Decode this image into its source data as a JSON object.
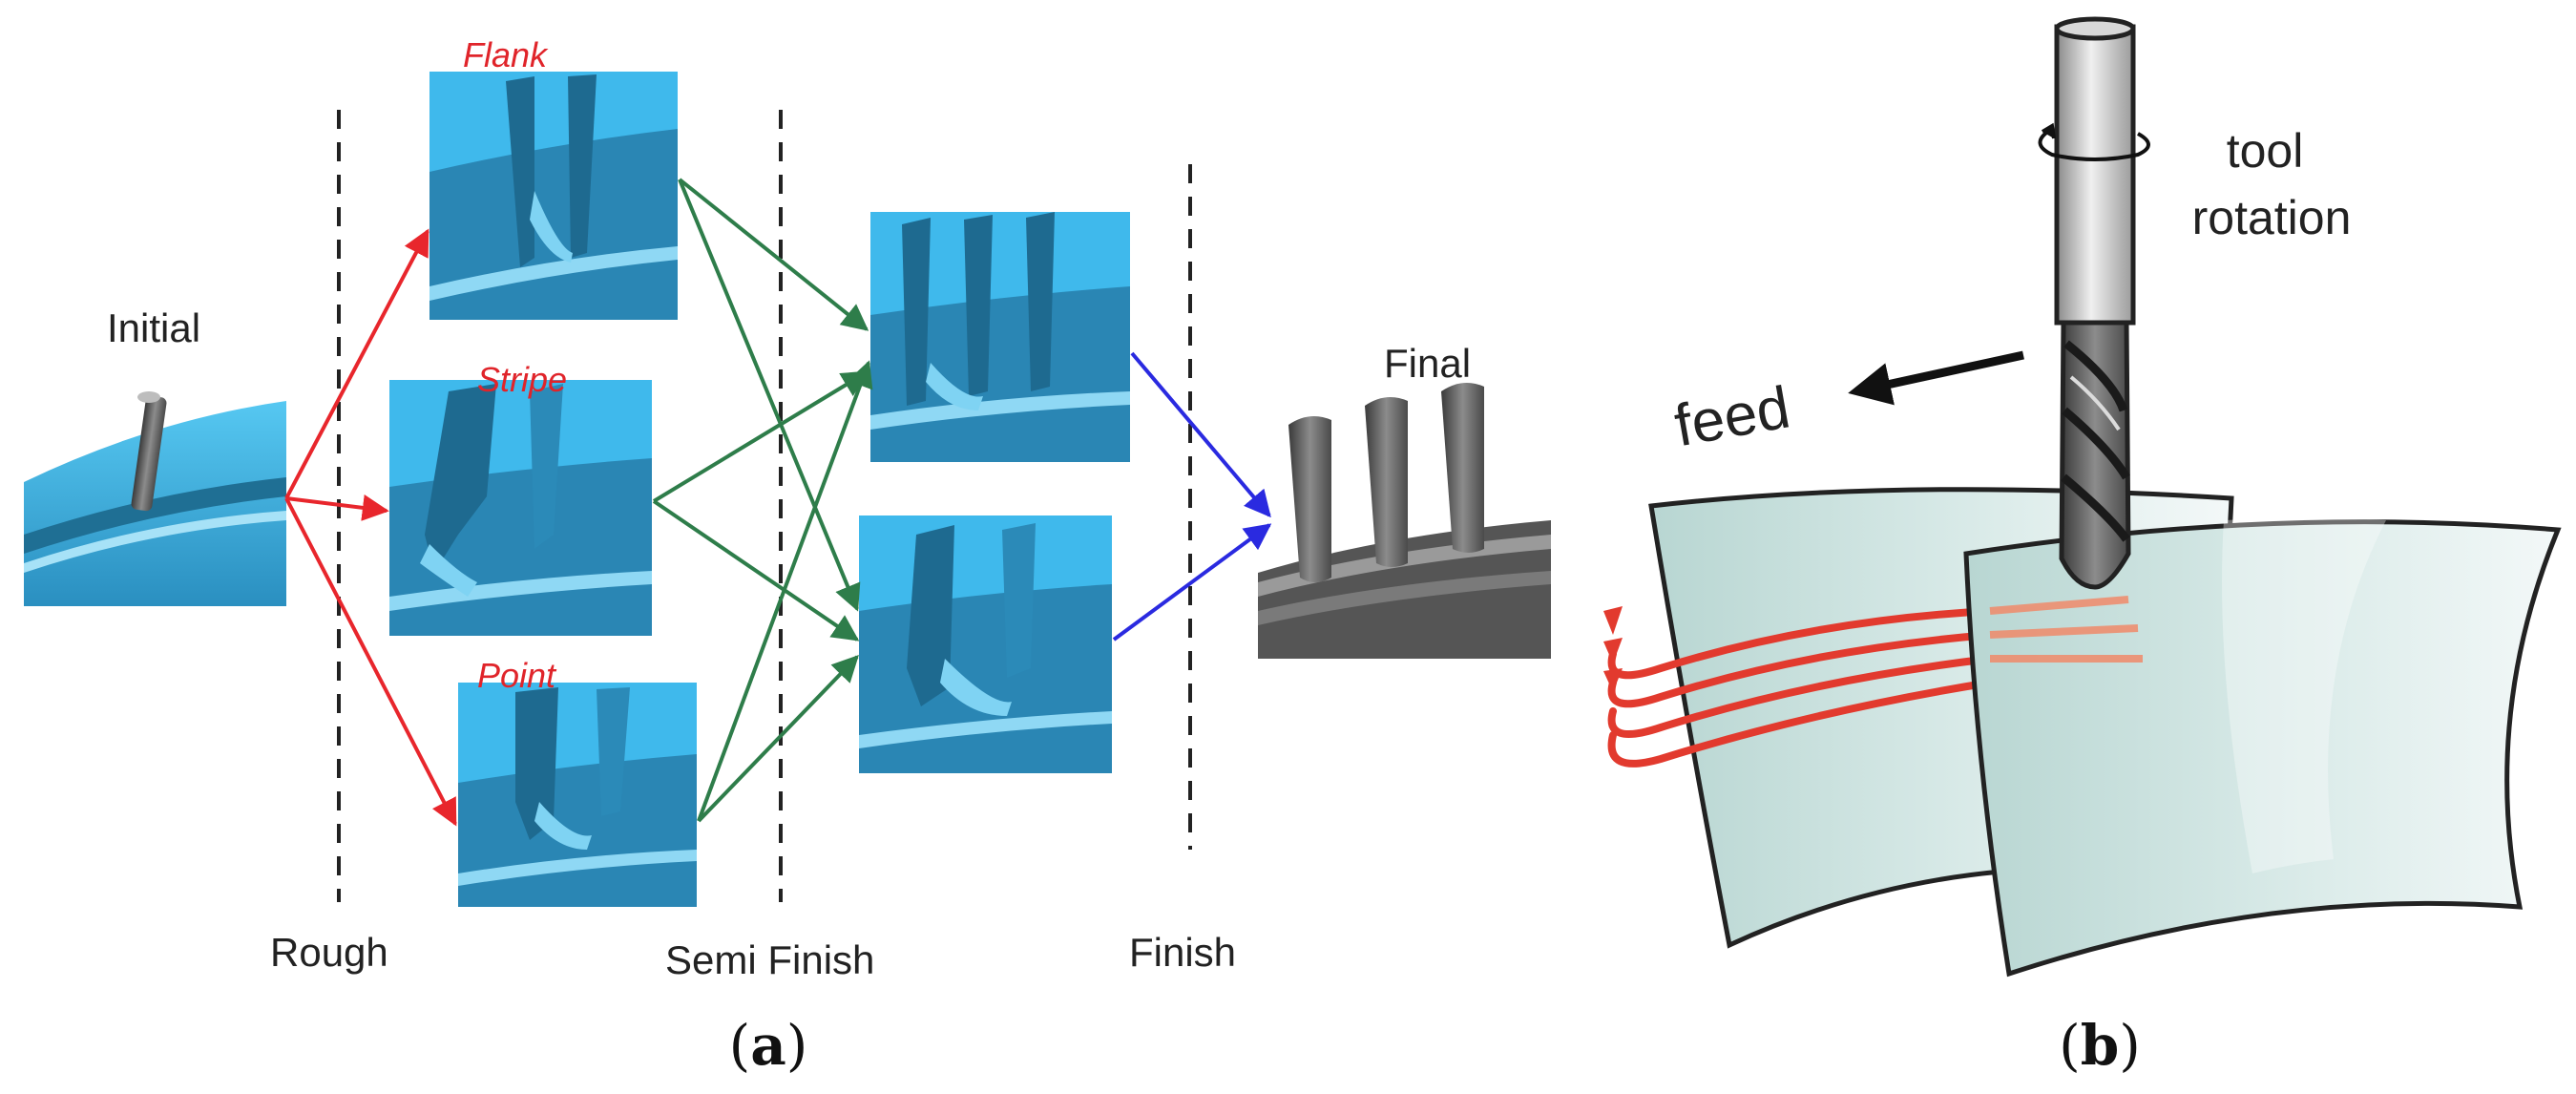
{
  "panel_a": {
    "initial_label": "Initial",
    "final_label": "Final",
    "strategies": [
      "Flank",
      "Stripe",
      "Point"
    ],
    "stages": [
      "Rough",
      "Semi Finish",
      "Finish"
    ],
    "caption_open": "(",
    "caption_letter": "a",
    "caption_close": ")"
  },
  "panel_b": {
    "tool_label_line1": "tool",
    "tool_label_line2": "rotation",
    "feed_label": "feed",
    "caption_open": "(",
    "caption_letter": "b",
    "caption_close": ")"
  },
  "colors": {
    "part_blue": "#3fb9ec",
    "part_dark": "#1f6f94",
    "rough_arrow": "#e8262c",
    "semi_arrow": "#2e7d4a",
    "finish_arrow": "#2a2ae0",
    "blade_fill": "#bcd9d6",
    "toolpath": "#e23a2e"
  }
}
